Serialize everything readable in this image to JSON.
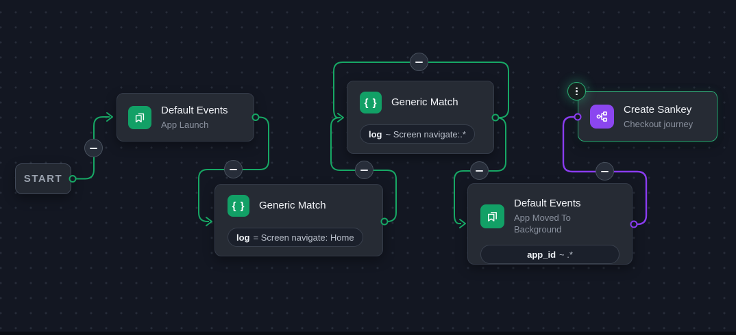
{
  "canvas": {
    "start": {
      "label": "START"
    }
  },
  "nodes": {
    "default_events_1": {
      "title": "Default Events",
      "subtitle": "App Launch",
      "icon": "bookmark-icon"
    },
    "generic_match_top": {
      "title": "Generic Match",
      "icon": "braces-icon",
      "chip_key": "log",
      "chip_rest": "~ Screen navigate:.*"
    },
    "generic_match_bottom": {
      "title": "Generic Match",
      "icon": "braces-icon",
      "chip_key": "log",
      "chip_rest": "= Screen navigate: Home"
    },
    "default_events_2": {
      "title": "Default Events",
      "subtitle": "App Moved To Background",
      "icon": "bookmark-icon",
      "chip_key": "app_id",
      "chip_rest": "~ .*"
    },
    "create_sankey": {
      "title": "Create Sankey",
      "subtitle": "Checkout journey",
      "icon": "sankey-icon"
    }
  },
  "icons": {
    "braces_glyph": "{ }"
  },
  "colors": {
    "background": "#131722",
    "node_background": "#262b34",
    "connection_green": "#17a865",
    "connection_purple": "#8a3cf0",
    "icon_green": "#12a066",
    "icon_purple": "#8b46f0",
    "selected_border_green": "#2aa873"
  }
}
